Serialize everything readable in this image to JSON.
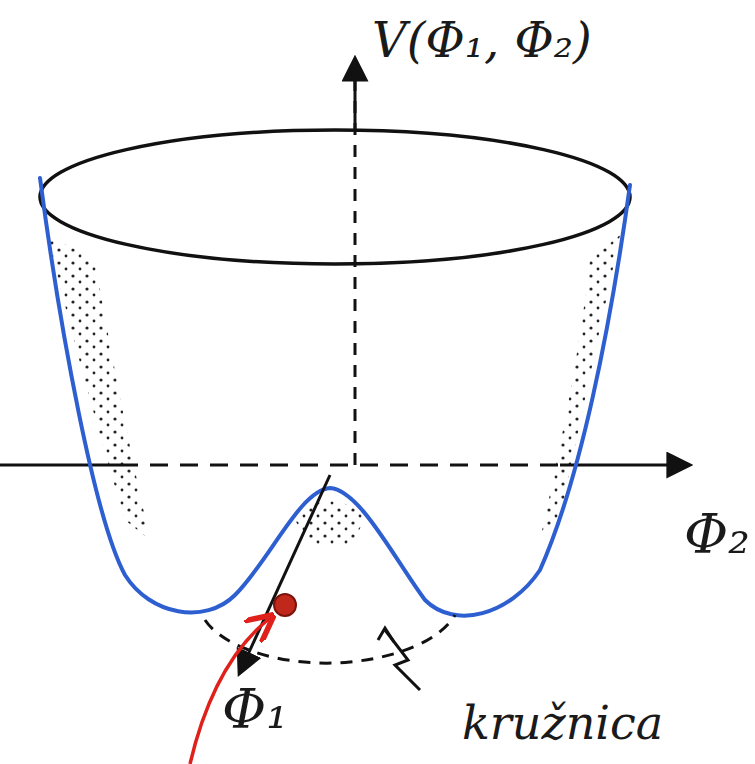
{
  "diagram": {
    "labels": [
      "V(Φ₁, Φ₂)",
      "Φ₂",
      "Φ₁",
      "kružnica"
    ]
  }
}
